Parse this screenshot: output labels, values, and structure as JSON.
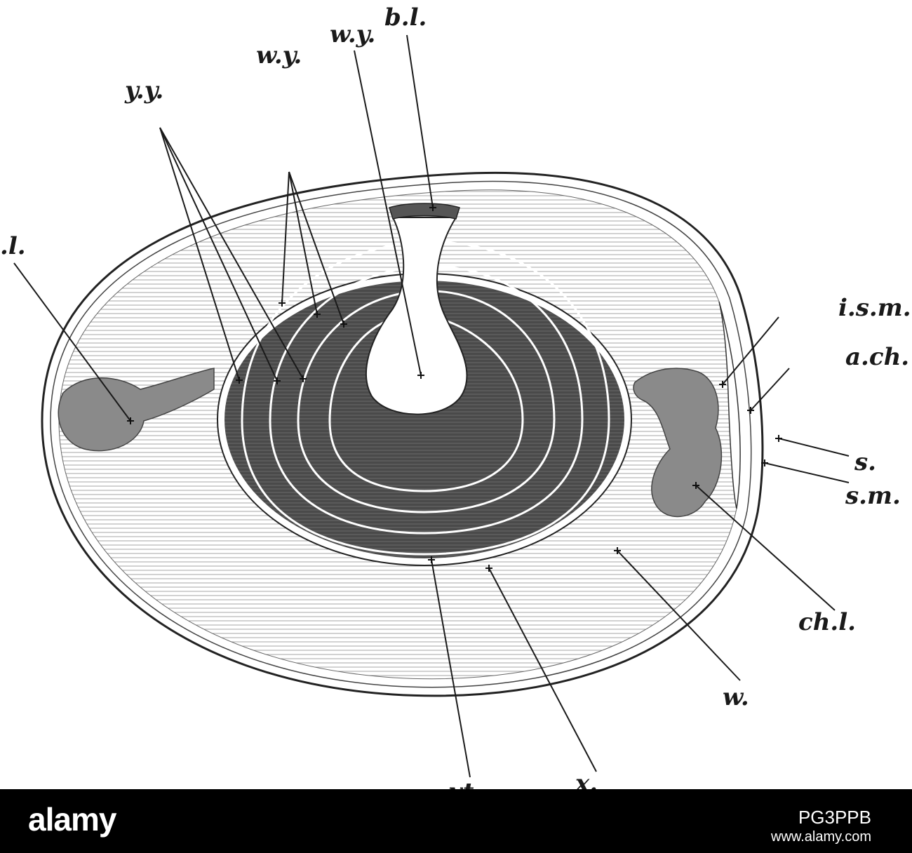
{
  "labels": {
    "yy": "y.y.",
    "wy_group": "w.y.",
    "wy_center": "w.y.",
    "bl": "b.l.",
    "chl_left": ".l.",
    "ism": "i.s.m.",
    "ach": "a.ch.",
    "s": "s.",
    "sm": "s.m.",
    "chl_right": "ch.l.",
    "w": "w.",
    "vt": "vt.",
    "x": "x."
  },
  "watermark": {
    "logo": "alamy",
    "image_id": "PG3PPB",
    "url": "www.alamy.com"
  },
  "colors": {
    "ink": "#1a1a1a",
    "yolk_dark": "#4a4a4a",
    "paper": "#ffffff",
    "banner": "#000000"
  }
}
